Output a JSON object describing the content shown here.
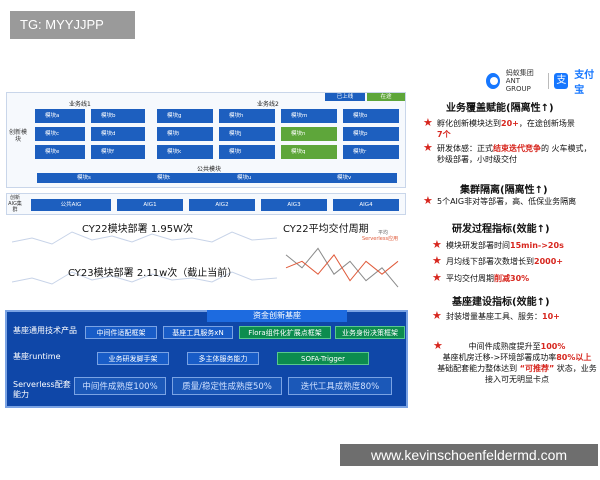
{
  "tag": "TG: MYYJJPP",
  "logo": {
    "ant_cn": "蚂蚁集团",
    "ant_en": "ANT GROUP",
    "alipay": "支付宝",
    "alipay_icon": "支"
  },
  "architecture": {
    "status": [
      "已上线",
      "在途"
    ],
    "left_label": "创新模块",
    "biz1": "业务线1",
    "biz2": "业务线2",
    "modules_biz1": [
      "模块a",
      "模块b",
      "模块c",
      "模块d",
      "模块e",
      "模块f"
    ],
    "modules_biz2_col1": [
      "模块g",
      "模块i",
      "模块k"
    ],
    "modules_biz2_col2": [
      "模块h",
      "模块j",
      "模块l"
    ],
    "modules_biz2_col3": [
      "模块m",
      "模块n",
      "模块q"
    ],
    "modules_biz2_col4": [
      "模块o",
      "模块p",
      "模块r"
    ],
    "common_title": "公共模块",
    "common_modules": [
      "模块s",
      "模块t",
      "模块u",
      "模块v"
    ],
    "aig_label": "创新AIG集群",
    "aig_modules": [
      "公共AIG",
      "AIG1",
      "AIG2",
      "AIG3",
      "AIG4"
    ]
  },
  "charts": {
    "cy22_deploy": "CY22模块部署 1.95W次",
    "cy23_deploy": "CY23模块部署 2.11w次（截止当前）",
    "cy22_cycle": "CY22平均交付周期",
    "legend_a": "平均",
    "legend_b": "Serverless应用"
  },
  "chart_data": {
    "type": "line",
    "title": "CY22平均交付周期",
    "series": [
      {
        "name": "平均",
        "values": [
          7,
          5,
          8,
          4,
          6,
          3,
          5,
          2
        ]
      },
      {
        "name": "Serverless应用",
        "values": [
          5,
          6,
          4,
          7,
          3,
          6,
          4,
          6
        ]
      }
    ]
  },
  "infra": {
    "title": "资金创新基座",
    "row1_label": "基座通用技术产品",
    "row1": [
      "中间件适配框架",
      "基座工具服务xN",
      "Flora组件化扩展点框架",
      "业务身份决策框架"
    ],
    "row2_label": "基座runtime",
    "row2": [
      "业务研发脚手架",
      "多主体服务能力",
      "SOFA-Trigger"
    ],
    "row3_label": "Serverless配套能力",
    "row3": [
      "中间件成熟度100%",
      "质量/稳定性成熟度50%",
      "迭代工具成熟度80%"
    ]
  },
  "right": {
    "h1": "业务覆盖赋能(隔离性↑)",
    "i1a": "孵化创新模块达到",
    "i1b": "20+",
    "i1c": "，在途创新场景",
    "i1d": "7个",
    "i2a": "研发体感：正式",
    "i2b": "结束迭代竞争",
    "i2c": "的 火车模式，秒级部署，小时级交付",
    "h2": "集群隔离(隔离性↑)",
    "i3": "5个AIG非对等部署，高、低保业务隔离",
    "h3": "研发过程指标(效能↑)",
    "i4a": "模块研发部署时间",
    "i4b": "15min->20s",
    "i5a": "月均线下部署次数增长到",
    "i5b": "2000+",
    "i6a": "平均交付周期",
    "i6b": "削减30%",
    "h4": "基座建设指标(效能↑)",
    "i7a": "封装增量基座工具、服务：",
    "i7b": "10+",
    "i8a": "中间件成熟度提升至",
    "i8b": "100%",
    "i8c": "基座机房迁移->环境部署成功率",
    "i8d": "80%以上",
    "i8e": "基础配套能力整体达到 ",
    "i8f": "“可推荐”",
    "i8g": " 状态，业务接入可无明显卡点"
  },
  "watermark": "www.kevinschoenfeldermd.com"
}
